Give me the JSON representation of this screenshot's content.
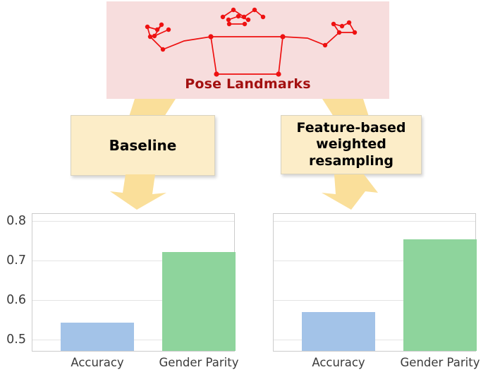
{
  "banner": {
    "title": "Pose Landmarks",
    "title_color": "#a31010",
    "background_color": "#f7dddd",
    "skeleton_color": "#ee1111"
  },
  "pipeline": {
    "boxes": [
      {
        "label": "Baseline"
      },
      {
        "label": "Feature-based weighted resampling"
      }
    ],
    "box_color": "#fcedc8",
    "arrow_color": "#fadf9a"
  },
  "chart_data": [
    {
      "type": "bar",
      "title": "Baseline",
      "categories": [
        "Accuracy",
        "Gender Parity"
      ],
      "values": [
        0.522,
        0.706
      ],
      "colors": [
        "#a3c3e8",
        "#8ed49c"
      ],
      "xlabel": "",
      "ylabel": "",
      "ylim": [
        0.45,
        0.81
      ],
      "yticks": [
        0.5,
        0.6,
        0.7,
        0.8
      ],
      "ytick_labels": [
        "0.5",
        "0.6",
        "0.7",
        "0.8"
      ],
      "grid": true,
      "legend": "none",
      "yaxis_visible": true
    },
    {
      "type": "bar",
      "title": "Feature-based weighted resampling",
      "categories": [
        "Accuracy",
        "Gender Parity"
      ],
      "values": [
        0.55,
        0.739
      ],
      "colors": [
        "#a3c3e8",
        "#8ed49c"
      ],
      "xlabel": "",
      "ylabel": "",
      "ylim": [
        0.45,
        0.81
      ],
      "yticks": [
        0.5,
        0.6,
        0.7,
        0.8
      ],
      "ytick_labels": [
        "",
        "",
        "",
        ""
      ],
      "grid": true,
      "legend": "none",
      "yaxis_visible": false
    }
  ]
}
